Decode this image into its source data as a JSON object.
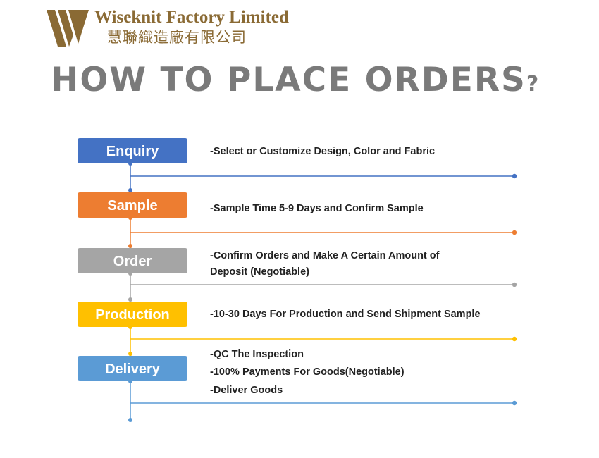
{
  "brand": {
    "name_en": "Wiseknit Factory Limited",
    "name_zh": "慧聯織造廠有限公司",
    "color": "#8a6a34",
    "logo_icon": "double-v-stripe-logo"
  },
  "headline": {
    "text": "HOW TO PLACE ORDERS",
    "suffix": "?",
    "color": "#7a7a7a"
  },
  "steps": [
    {
      "label": "Enquiry",
      "color": "#4472c4",
      "lines": [
        "-Select or Customize Design, Color and Fabric"
      ]
    },
    {
      "label": "Sample",
      "color": "#ed7d31",
      "lines": [
        "-Sample Time 5-9 Days and Confirm Sample"
      ]
    },
    {
      "label": "Order",
      "color": "#a5a5a5",
      "lines": [
        "-Confirm Orders and Make A Certain Amount of",
        "Deposit (Negotiable)"
      ]
    },
    {
      "label": "Production",
      "color": "#ffc000",
      "lines": [
        "-10-30 Days For Production and Send Shipment Sample"
      ]
    },
    {
      "label": "Delivery",
      "color": "#5b9bd5",
      "lines": [
        "-QC The Inspection",
        "-100% Payments For Goods(Negotiable)",
        "-Deliver Goods"
      ]
    }
  ]
}
